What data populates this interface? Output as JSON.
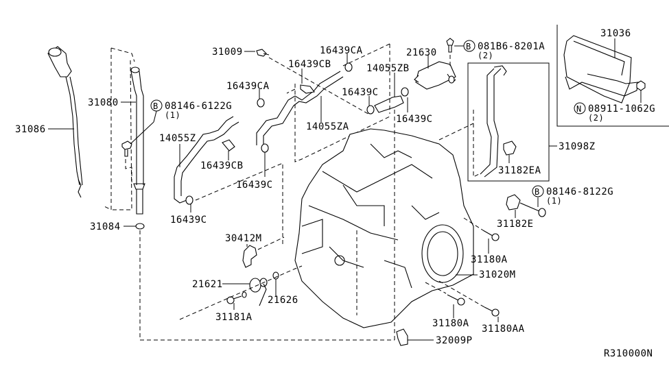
{
  "diagram": {
    "title": "Automatic Transaxle Parts Diagram",
    "reference_code": "R310000N",
    "parts": {
      "p31086": "31086",
      "p31080": "31080",
      "p31084": "31084",
      "p31009": "31009",
      "p16439CA_top": "16439CA",
      "p16439CB_top": "16439CB",
      "p16439CA_left": "16439CA",
      "p14055ZB": "14055ZB",
      "p21630": "21630",
      "p16439C_mid": "16439C",
      "p16439C_right": "16439C",
      "p14055ZA": "14055ZA",
      "p14055Z": "14055Z",
      "p16439CB_low": "16439CB",
      "p16439C_low": "16439C",
      "p16439C_bottom": "16439C",
      "p31036": "31036",
      "p31098Z": "31098Z",
      "p31182EA": "31182EA",
      "p31182E": "31182E",
      "p30412M": "30412M",
      "p21621": "21621",
      "p21626": "21626",
      "p31181A": "31181A",
      "p31180A_upper": "31180A",
      "p31020M": "31020M",
      "p31180A_lower": "31180A",
      "p31180AA": "31180AA",
      "p32009P": "32009P"
    },
    "fasteners": {
      "bolt_left": {
        "symbol": "B",
        "code": "08146-6122G",
        "qty": "(1)"
      },
      "bolt_top": {
        "symbol": "B",
        "code": "081B6-8201A",
        "qty": "(2)"
      },
      "bolt_right": {
        "symbol": "B",
        "code": "08146-8122G",
        "qty": "(1)"
      },
      "nut_cover": {
        "symbol": "N",
        "code": "08911-1062G",
        "qty": "(2)"
      }
    }
  }
}
